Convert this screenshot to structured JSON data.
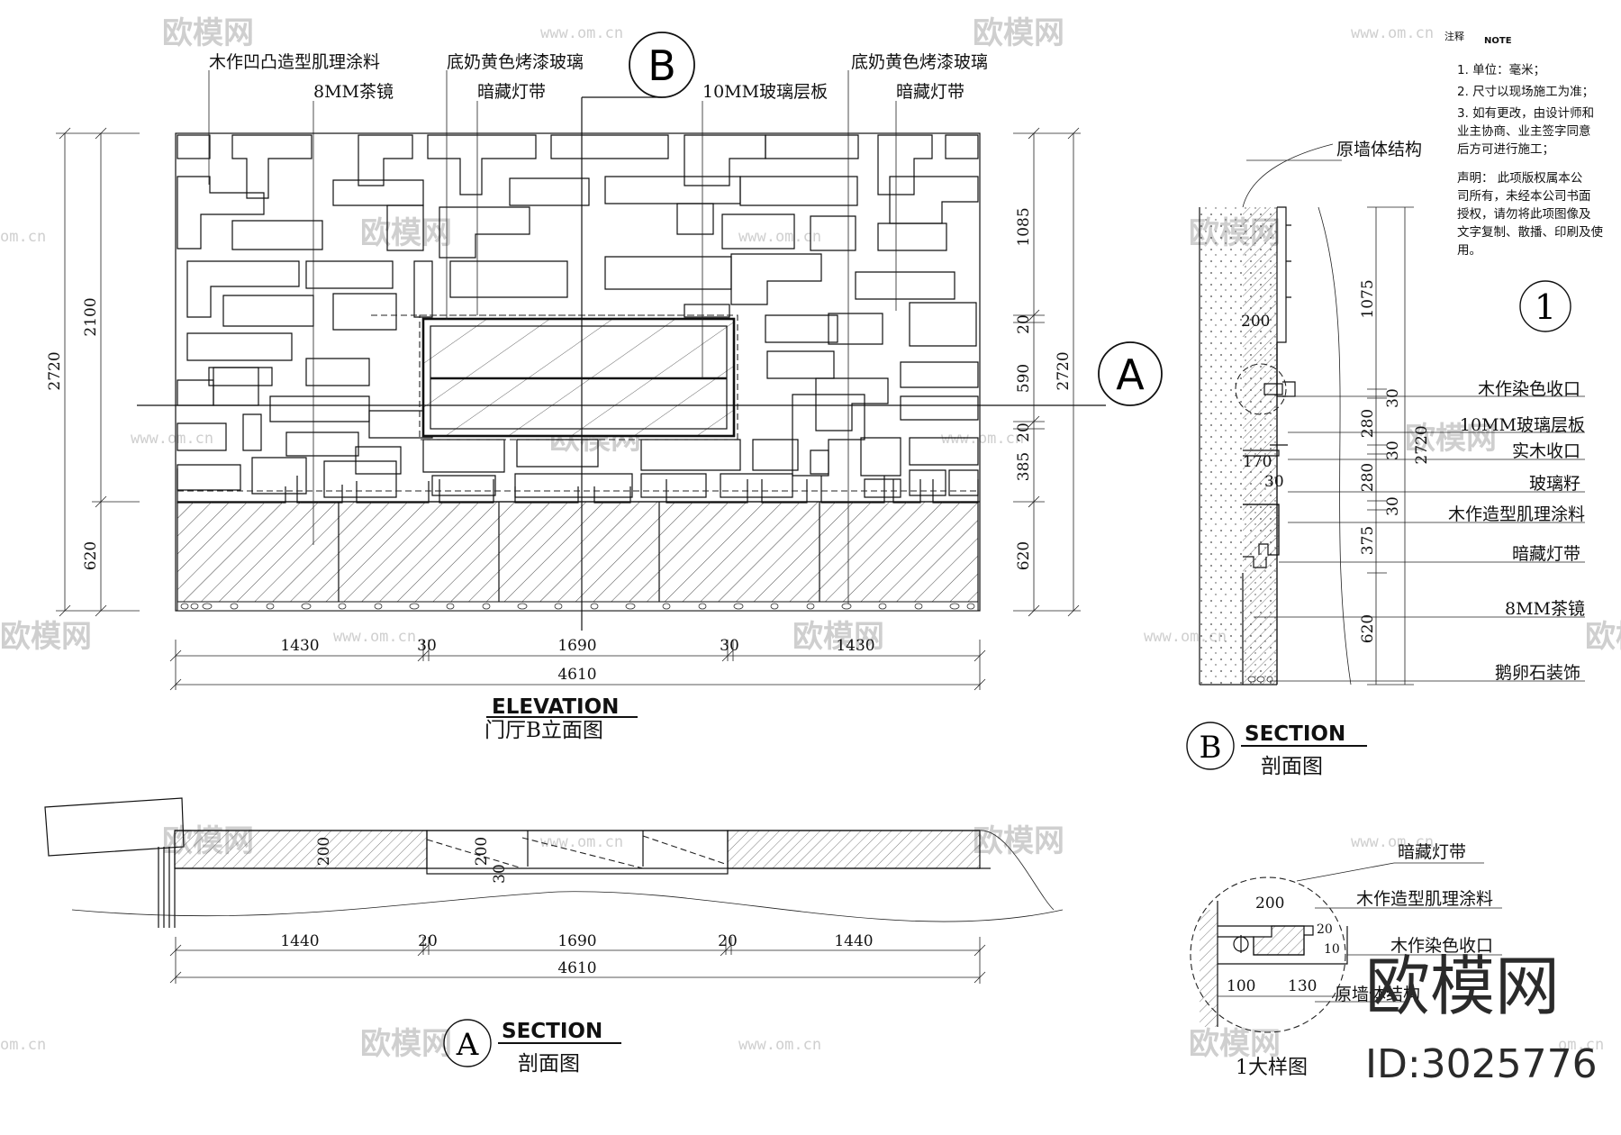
{
  "elevation": {
    "labels": {
      "wood_texture": "木作凹凸造型肌理涂料",
      "tea_mirror": "8MM茶镜",
      "glass_left": "底奶黄色烤漆玻璃",
      "light_left": "暗藏灯带",
      "glass_shelf": "10MM玻璃层板",
      "glass_right": "底奶黄色烤漆玻璃",
      "light_right": "暗藏灯带"
    },
    "marker_b": "B",
    "marker_a": "A",
    "dims_left": [
      "2720",
      "2100",
      "620"
    ],
    "dims_right": [
      "1085",
      "20",
      "590",
      "20",
      "385",
      "620",
      "2720"
    ],
    "dims_bottom": [
      "1430",
      "30",
      "1690",
      "30",
      "1430"
    ],
    "total_width": "4610",
    "title_en": "ELEVATION",
    "title_cn": "门厅B立面图"
  },
  "notes": {
    "heading_cn": "注释",
    "heading_en": "NOTE",
    "lines": [
      "1. 单位：毫米；",
      "2. 尺寸以现场施工为准；",
      "3. 如有更改，由设计师和",
      "业主协商、业主签字同意",
      "后方可进行施工；",
      "声明： 此项版权属本公",
      "司所有，未经本公司书面",
      "授权，请勿将此项图像及",
      "文字复制、散播、印刷及使",
      "用。"
    ],
    "detail_marker": "1"
  },
  "section_b": {
    "wall_label": "原墙体结构",
    "labels": [
      "木作染色收口",
      "10MM玻璃层板",
      "实木收口",
      "玻璃籽",
      "木作造型肌理涂料",
      "暗藏灯带",
      "8MM茶镜",
      "鹅卵石装饰"
    ],
    "dims_inner": [
      "200",
      "170",
      "30"
    ],
    "dims_vertical": [
      "1075",
      "30",
      "280",
      "30",
      "280",
      "30",
      "375",
      "620",
      "2720"
    ],
    "marker": "B",
    "title_en": "SECTION",
    "title_cn": "剖面图"
  },
  "section_a": {
    "dims_thickness": [
      "200",
      "200",
      "30"
    ],
    "dims_bottom": [
      "1440",
      "20",
      "1690",
      "20",
      "1440"
    ],
    "total_width": "4610",
    "marker": "A",
    "title_en": "SECTION",
    "title_cn": "剖面图"
  },
  "detail_1": {
    "labels": [
      "暗藏灯带",
      "木作造型肌理涂料",
      "木作染色收口",
      "原墙体结构"
    ],
    "dims": [
      "200",
      "20",
      "10",
      "100",
      "130"
    ],
    "title": "1大样图"
  },
  "watermark": {
    "brand": "欧模网",
    "url": "www.om.cn",
    "url_short": "om.cn",
    "id_text": "ID:3025776"
  }
}
